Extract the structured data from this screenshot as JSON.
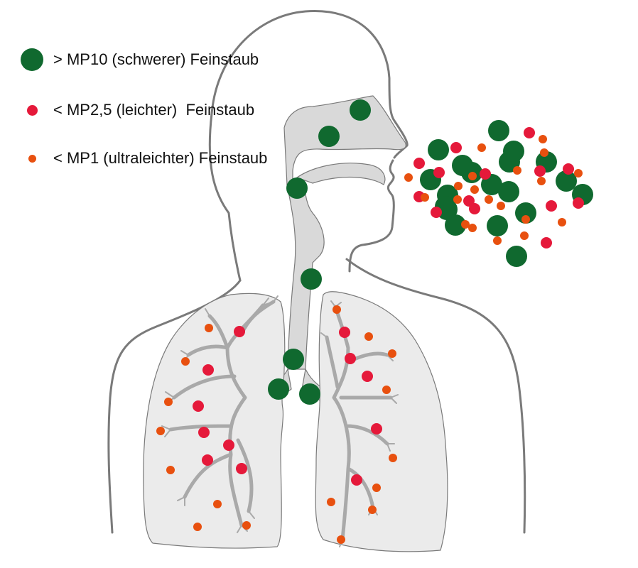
{
  "legend": {
    "items": [
      {
        "label": "> MP10 (schwerer) Feinstaub",
        "category": "pm10",
        "color": "#10692f"
      },
      {
        "label": "< MP2,5 (leichter)  Feinstaub",
        "category": "pm25",
        "color": "#e5193a"
      },
      {
        "label": "< MP1 (ultraleichter) Feinstaub",
        "category": "pm1",
        "color": "#e8500f"
      }
    ]
  },
  "colors": {
    "outline": "#7a7a7a",
    "airway_fill": "#d9d9d9",
    "lung_fill": "#ebebeb",
    "pm10": "#10692f",
    "pm25": "#e5193a",
    "pm1": "#e8500f"
  },
  "particle_counts": {
    "airway_pm10": 7,
    "left_lung_pm25": 7,
    "left_lung_pm1": 8,
    "right_lung_pm25": 5,
    "right_lung_pm1": 9
  }
}
